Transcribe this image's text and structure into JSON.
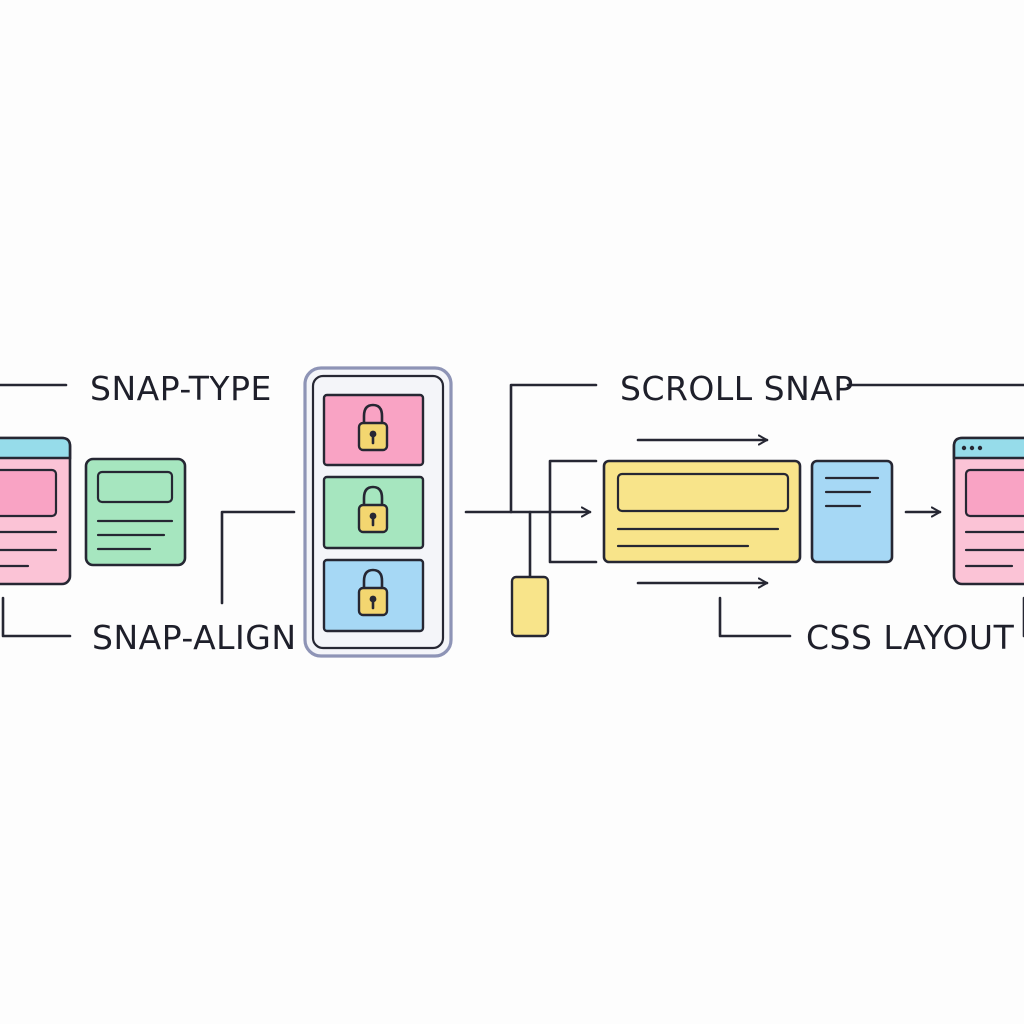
{
  "labels": {
    "snap_type": "SNAP-TYPE",
    "snap_align": "SNAP-ALIGN",
    "scroll_snap": "SCROLL SNAP",
    "css_layout": "CSS LAYOUT"
  },
  "colors": {
    "pink": "#f9a3c4",
    "pink_light": "#fbc3d6",
    "green": "#a6e6bf",
    "blue": "#a6d8f5",
    "yellow": "#f8e48a",
    "teal_bar": "#96dcea",
    "lock": "#f3d670",
    "outline": "#262733",
    "phone_outline": "#8e94b6"
  },
  "icons": [
    "lock-icon",
    "lock-icon",
    "lock-icon",
    "arrow-right-icon",
    "arrow-up-icon"
  ]
}
